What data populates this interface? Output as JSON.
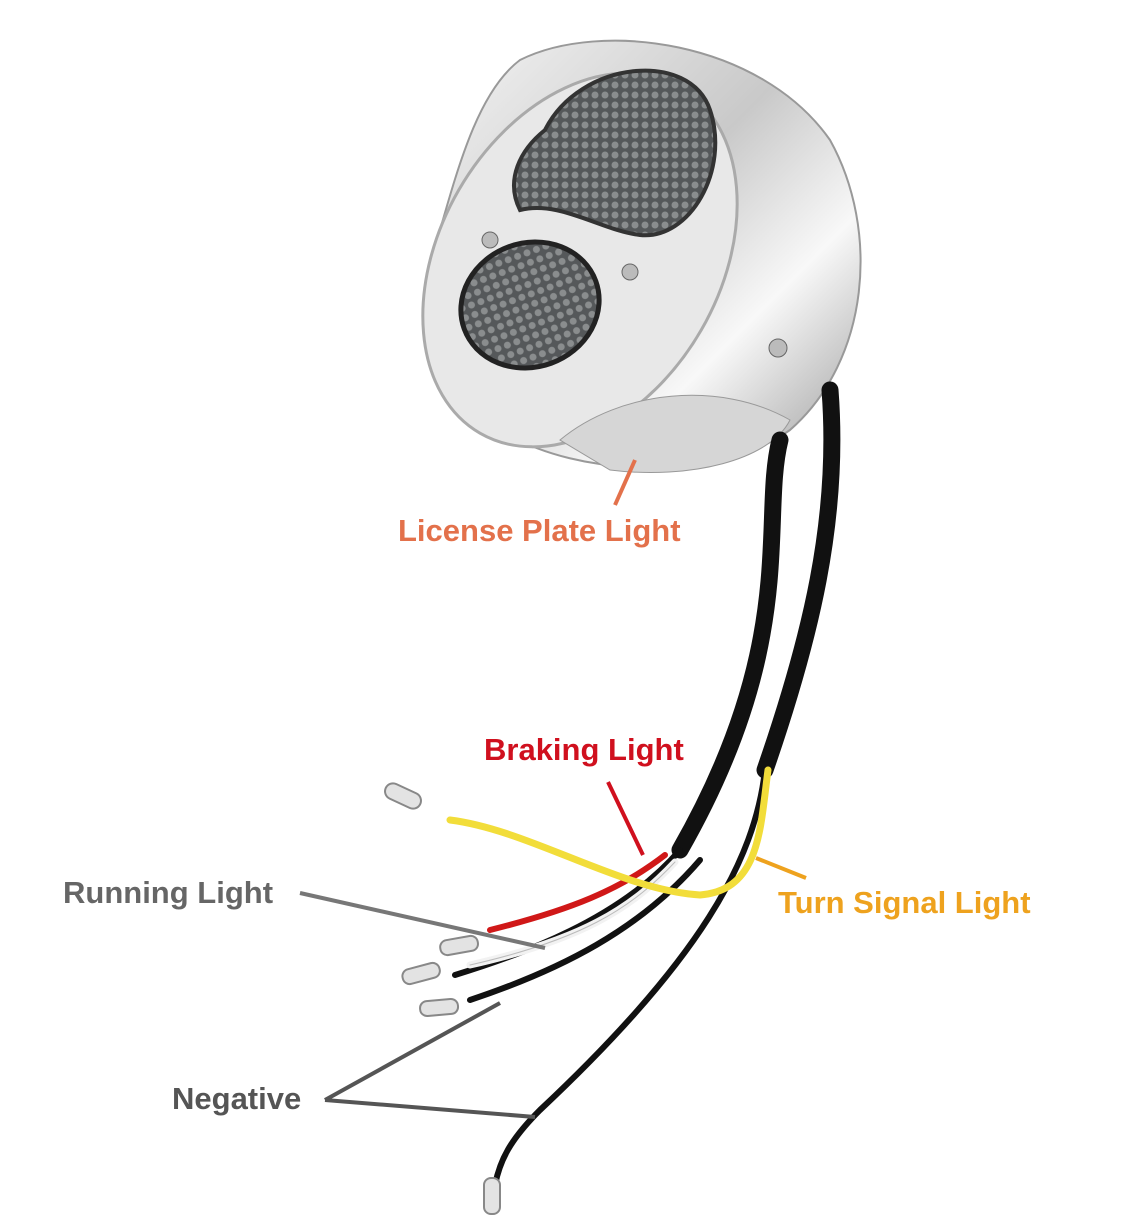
{
  "labels": {
    "license_plate": "License Plate Light",
    "braking": "Braking Light",
    "turn_signal": "Turn Signal Light",
    "running": "Running Light",
    "negative": "Negative"
  },
  "colors": {
    "license_plate": "#e3714b",
    "braking": "#d0101e",
    "turn_signal": "#eea21e",
    "running": "#666666",
    "negative": "#555555"
  }
}
